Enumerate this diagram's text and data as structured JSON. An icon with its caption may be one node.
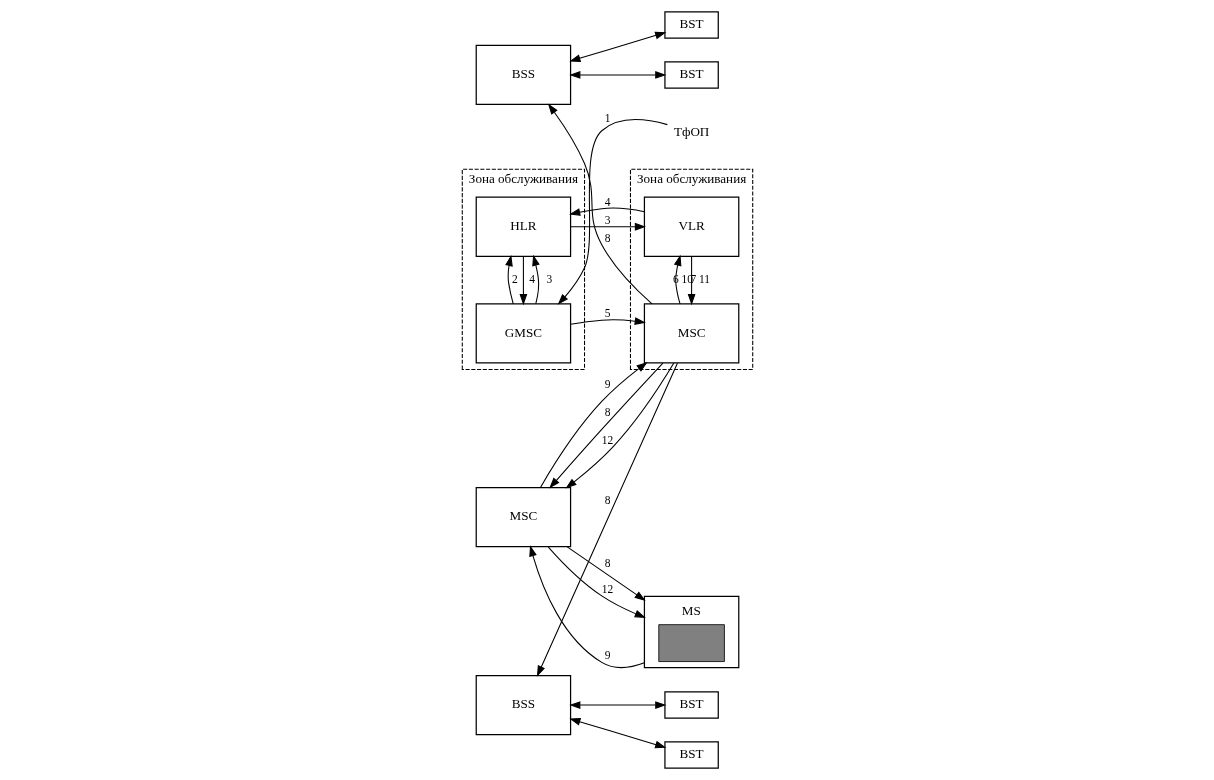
{
  "diagram": {
    "nodes": [
      {
        "text": [
          "Зона обслуживания"
        ]
      },
      {
        "text": [
          "VLR"
        ],
        "in": 0
      },
      {
        "text": [
          "MSC"
        ],
        "in": 0
      },
      {
        "text": [
          "Зона обслуживания"
        ]
      },
      {
        "text": [
          "HLR"
        ],
        "in": 3
      },
      {
        "text": [
          "GMSC"
        ],
        "in": 3
      },
      {
        "text": [
          "BST"
        ]
      },
      {
        "text": [
          "BST"
        ]
      },
      {
        "text": [
          "BSS"
        ]
      },
      {
        "text": [
          "MS"
        ]
      },
      {
        "text": [
          "MSC"
        ]
      },
      {
        "text": [
          "BST"
        ]
      },
      {
        "text": [
          "BST"
        ]
      },
      {
        "text": [
          "BSS"
        ]
      },
      {
        "text": [
          "ТфОП"
        ]
      }
    ],
    "edges": [
      {
        "from": 4,
        "to": 1,
        "arrow": "to",
        "label": "3"
      },
      {
        "from": 1,
        "to": 4,
        "arrow": "to",
        "label": "4"
      },
      {
        "from": 1,
        "to": 2,
        "arrow": "to",
        "label": "7 11"
      },
      {
        "from": 2,
        "to": 1,
        "arrow": "to",
        "label": "6 10"
      },
      {
        "from": 4,
        "to": 5,
        "arrow": "to",
        "label": "4"
      },
      {
        "from": 5,
        "to": 4,
        "arrow": "to",
        "label": "2"
      },
      {
        "from": 5,
        "to": 4,
        "arrow": "to",
        "label": "3"
      },
      {
        "from": 5,
        "to": 2,
        "arrow": "to",
        "label": "5"
      },
      {
        "from": 14,
        "to": 5,
        "arrow": "to",
        "label": "1"
      },
      {
        "from": 2,
        "to": 8,
        "arrow": "to",
        "label": "8"
      },
      {
        "from": 2,
        "to": 10,
        "arrow": "to",
        "label": "8"
      },
      {
        "from": 10,
        "to": 2,
        "arrow": "to",
        "label": "9"
      },
      {
        "from": 2,
        "to": 10,
        "arrow": "to",
        "label": "12"
      },
      {
        "from": 2,
        "to": 13,
        "arrow": "to",
        "label": "8"
      },
      {
        "from": 10,
        "to": 9,
        "arrow": "to",
        "label": "8"
      },
      {
        "from": 9,
        "to": 10,
        "arrow": "to",
        "label": "9"
      },
      {
        "from": 10,
        "to": 9,
        "arrow": "to",
        "label": "12"
      },
      {
        "from": 6,
        "to": 8,
        "arrow": "both"
      },
      {
        "from": 7,
        "to": 8,
        "arrow": "both"
      },
      {
        "from": 11,
        "to": 13,
        "arrow": "both"
      },
      {
        "from": 12,
        "to": 13,
        "arrow": "both"
      }
    ]
  }
}
